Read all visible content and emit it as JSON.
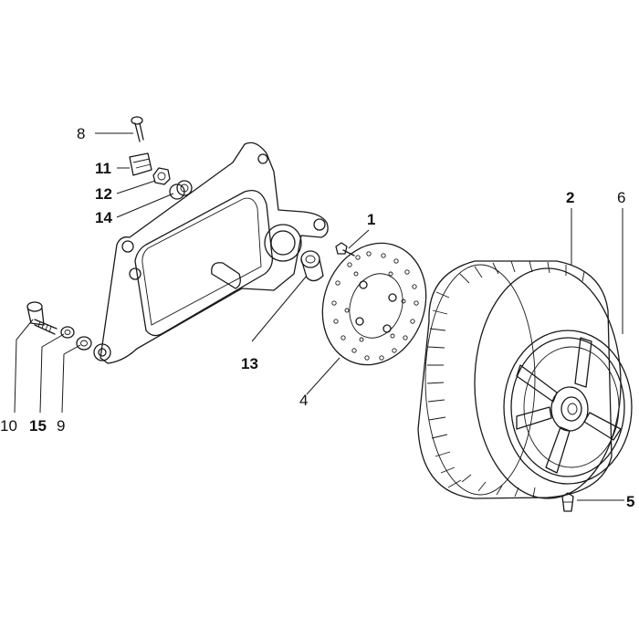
{
  "labels": {
    "l1": "1",
    "l2": "2",
    "l4": "4",
    "l5": "5",
    "l6": "6",
    "l8": "8",
    "l9": "9",
    "l10": "10",
    "l11": "11",
    "l12": "12",
    "l13": "13",
    "l14": "14",
    "l15": "15"
  },
  "colors": {
    "line": "#1a1a1a",
    "background": "#ffffff"
  }
}
